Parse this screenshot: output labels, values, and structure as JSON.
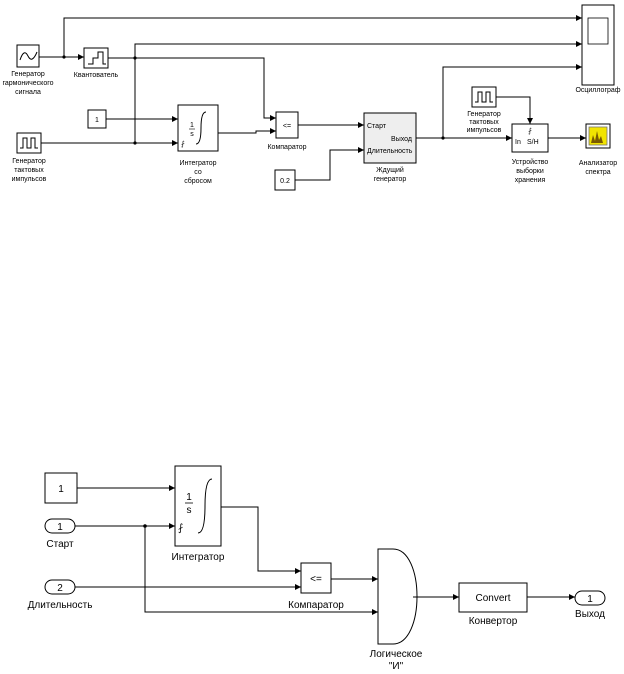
{
  "top": {
    "gen_harmonic": "Генератор гармонического сигнала",
    "quantizer": "Квантователь",
    "gen_pulses": "Генератор тактовых импульсов",
    "const_one": "1",
    "integrator": "Интегратор со сбросом",
    "integrator_num": "1",
    "integrator_den": "s",
    "comparator": "Компаратор",
    "comparator_op": "<=",
    "const_02": "0.2",
    "waiting_gen": "Ждущий генератор",
    "port_start": "Старт",
    "port_out": "Выход",
    "port_duration": "Длительность",
    "gen_pulses2": "Генератор тактовых импульсов",
    "sample_hold": "Устройство выборки хранения",
    "sh_in": "In",
    "sh_text": "S/H",
    "oscilloscope": "Осциллограф",
    "spectrum": "Анализатор спектра"
  },
  "bottom": {
    "const_one": "1",
    "inport1_num": "1",
    "inport1_name": "Старт",
    "inport2_num": "2",
    "inport2_name": "Длительность",
    "integrator": "Интегратор",
    "integrator_num": "1",
    "integrator_den": "s",
    "comparator": "Компаратор",
    "comparator_op": "<=",
    "logic_and": "Логическое \"И\"",
    "convert_text": "Convert",
    "converter": "Конвертор",
    "outport_num": "1",
    "outport_name": "Выход"
  }
}
